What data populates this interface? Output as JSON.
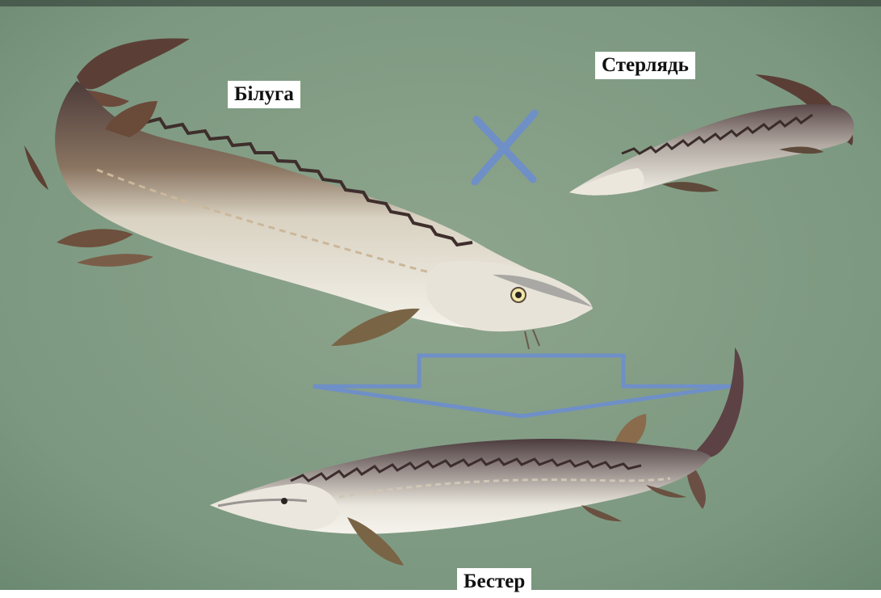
{
  "labels": {
    "beluga": "Білуга",
    "sterlet": "Стерлядь",
    "bester": "Бестер"
  },
  "colors": {
    "background": "#7f9a82",
    "arrow": "#6f8fc7",
    "cross": "#6f8fc7",
    "fish_belly": "#f1efe6",
    "fish_back": "#5c4a45"
  },
  "scene": {
    "depicts": [
      "beluga-fish",
      "sterlet-fish",
      "bester-hybrid-fish",
      "cross-symbol",
      "down-arrow"
    ]
  }
}
